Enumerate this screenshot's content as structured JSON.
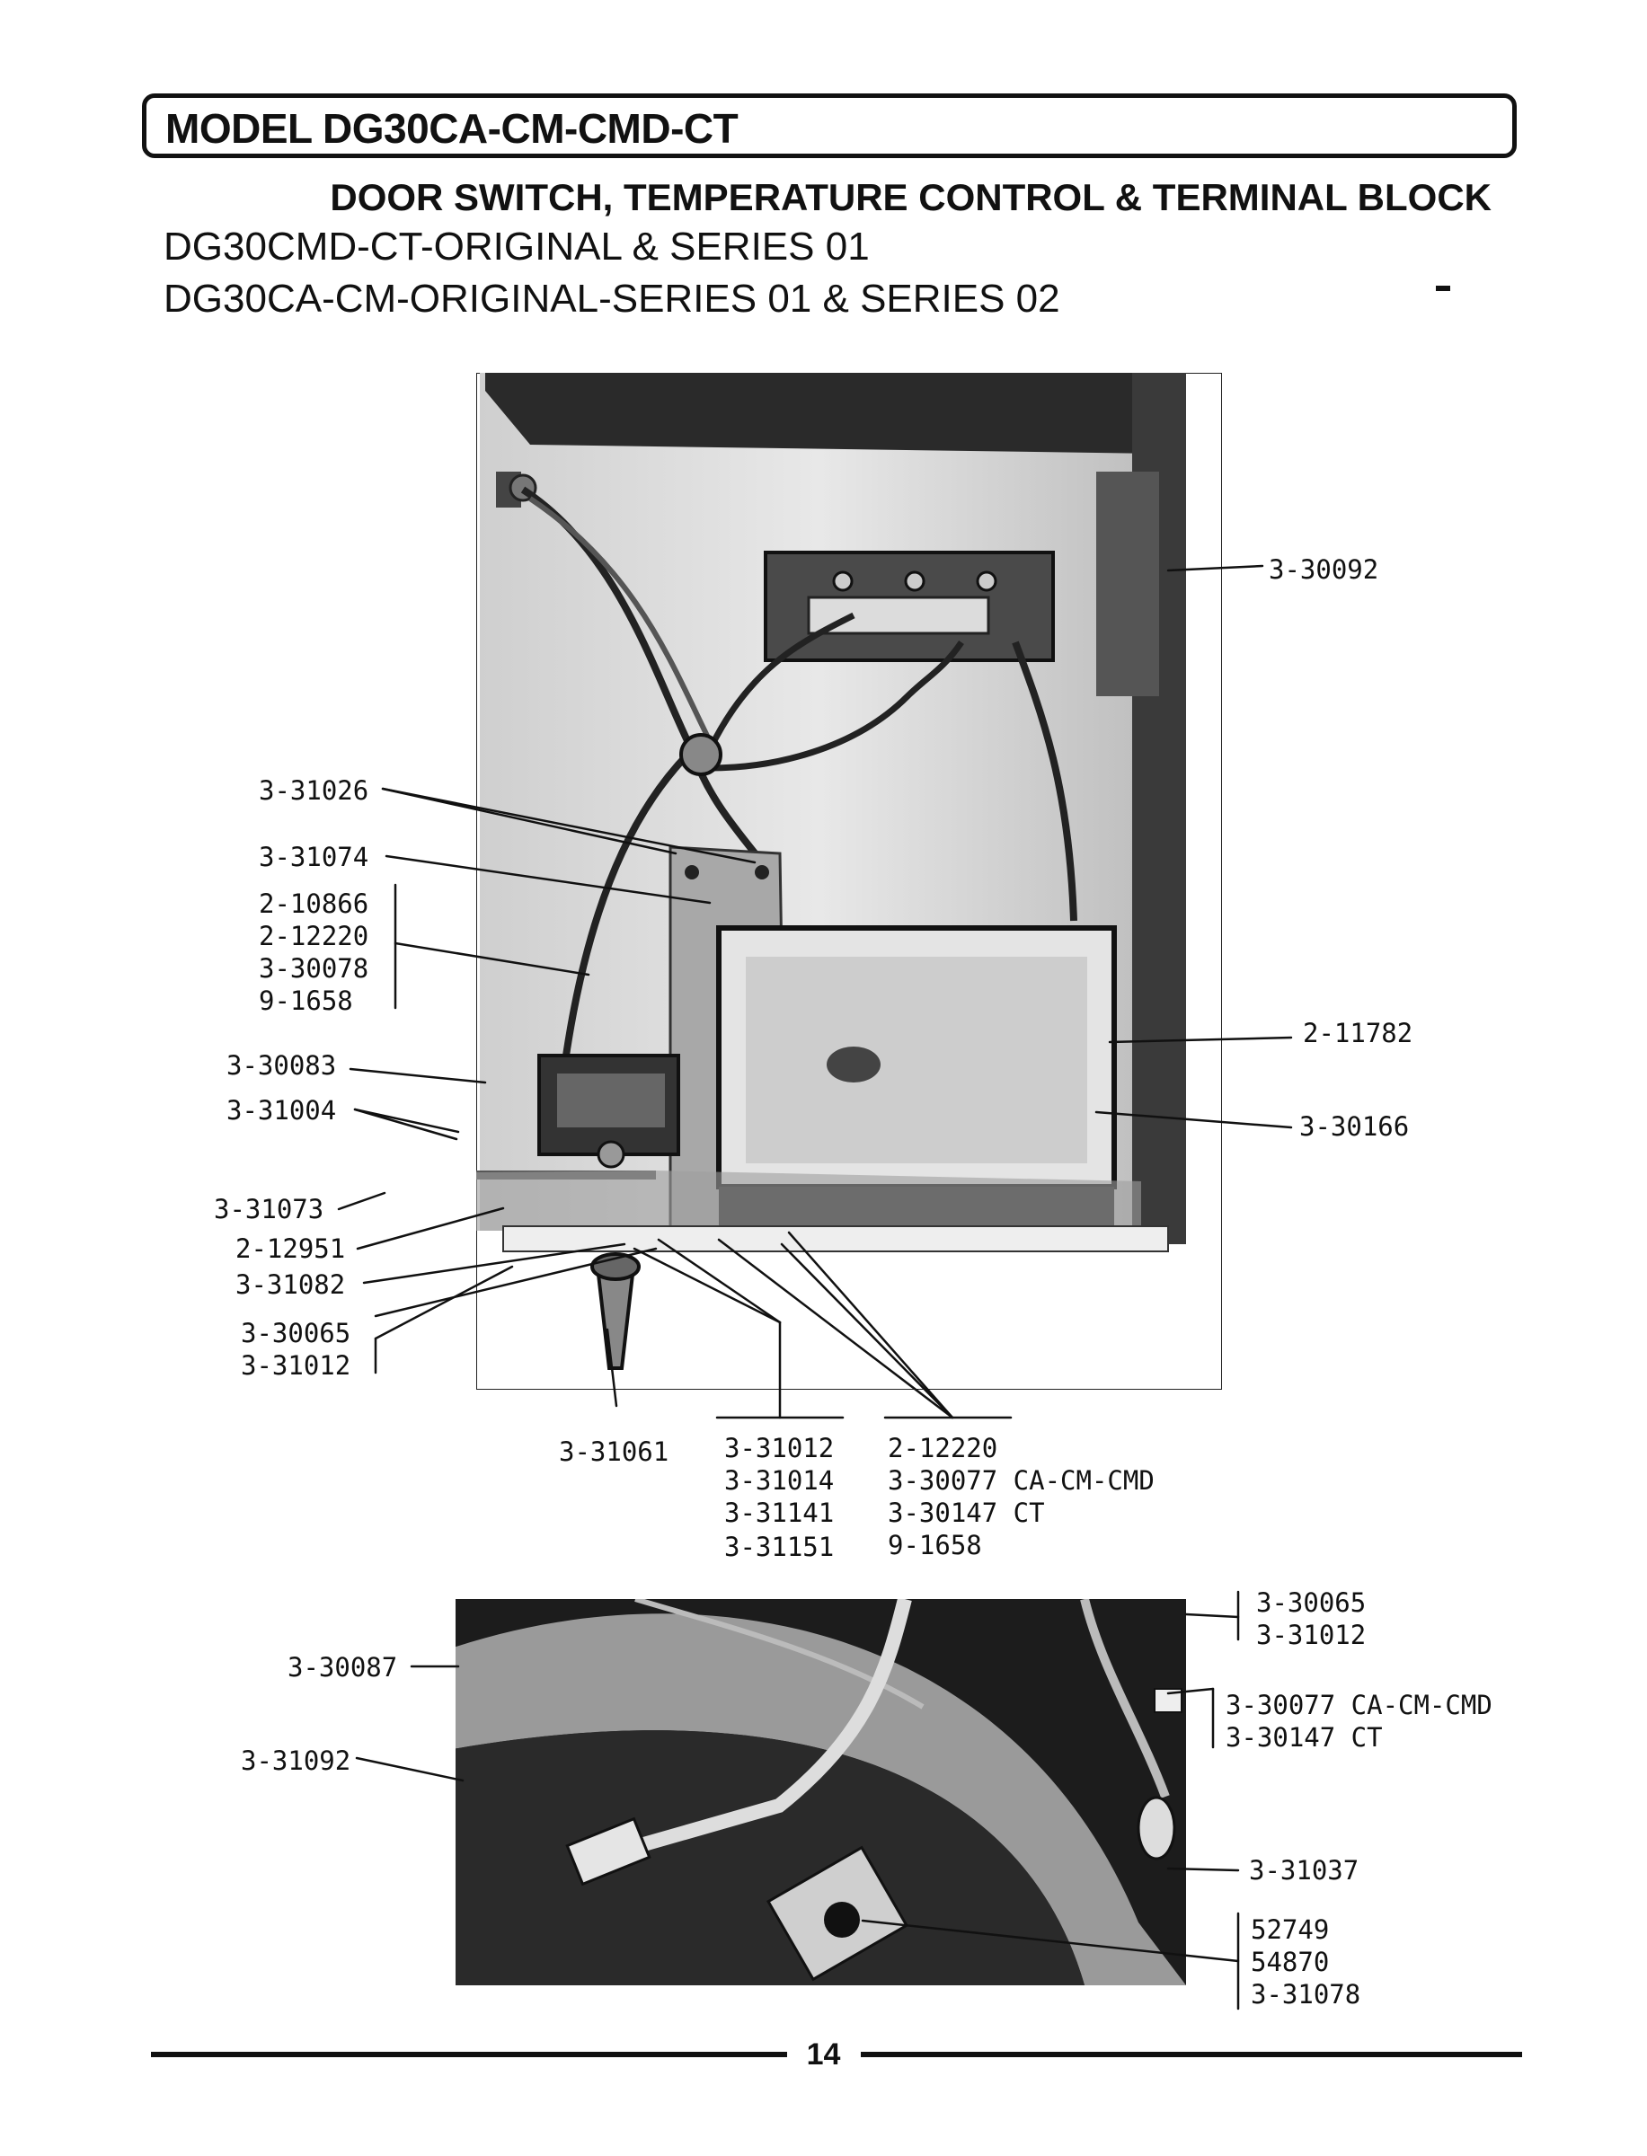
{
  "header": {
    "model": "MODEL DG30CA-CM-CMD-CT",
    "subtitle": "DOOR SWITCH, TEMPERATURE CONTROL & TERMINAL BLOCK",
    "series_lines": [
      "DG30CMD-CT-ORIGINAL & SERIES 01",
      "DG30CA-CM-ORIGINAL-SERIES 01 & SERIES 02"
    ]
  },
  "top_diagram": {
    "labels": {
      "l_30092": "3-30092",
      "l_31026": "3-31026",
      "l_31074": "3-31074",
      "group_a": [
        "2-10866",
        "2-12220",
        "3-30078",
        "9-1658"
      ],
      "l_30083": "3-30083",
      "l_31004": "3-31004",
      "l_31073": "3-31073",
      "l_12951": "2-12951",
      "l_31082": "3-31082",
      "group_b": [
        "3-30065",
        "3-31012"
      ],
      "l_11782": "2-11782",
      "l_30166": "3-30166",
      "l_31061": "3-31061",
      "group_c": [
        "3-31012",
        "3-31014",
        "3-31141",
        "3-31151"
      ],
      "group_d": [
        "2-12220",
        "3-30077 CA-CM-CMD",
        "3-30147 CT",
        "9-1658"
      ]
    }
  },
  "bottom_diagram": {
    "labels": {
      "l_30087": "3-30087",
      "l_31092": "3-31092",
      "group_e": [
        "3-30065",
        "3-31012"
      ],
      "group_f": [
        "3-30077 CA-CM-CMD",
        "3-30147 CT"
      ],
      "l_31037": "3-31037",
      "group_g": [
        "52749",
        "54870",
        "3-31078"
      ]
    }
  },
  "footer": {
    "page_number": "14"
  }
}
